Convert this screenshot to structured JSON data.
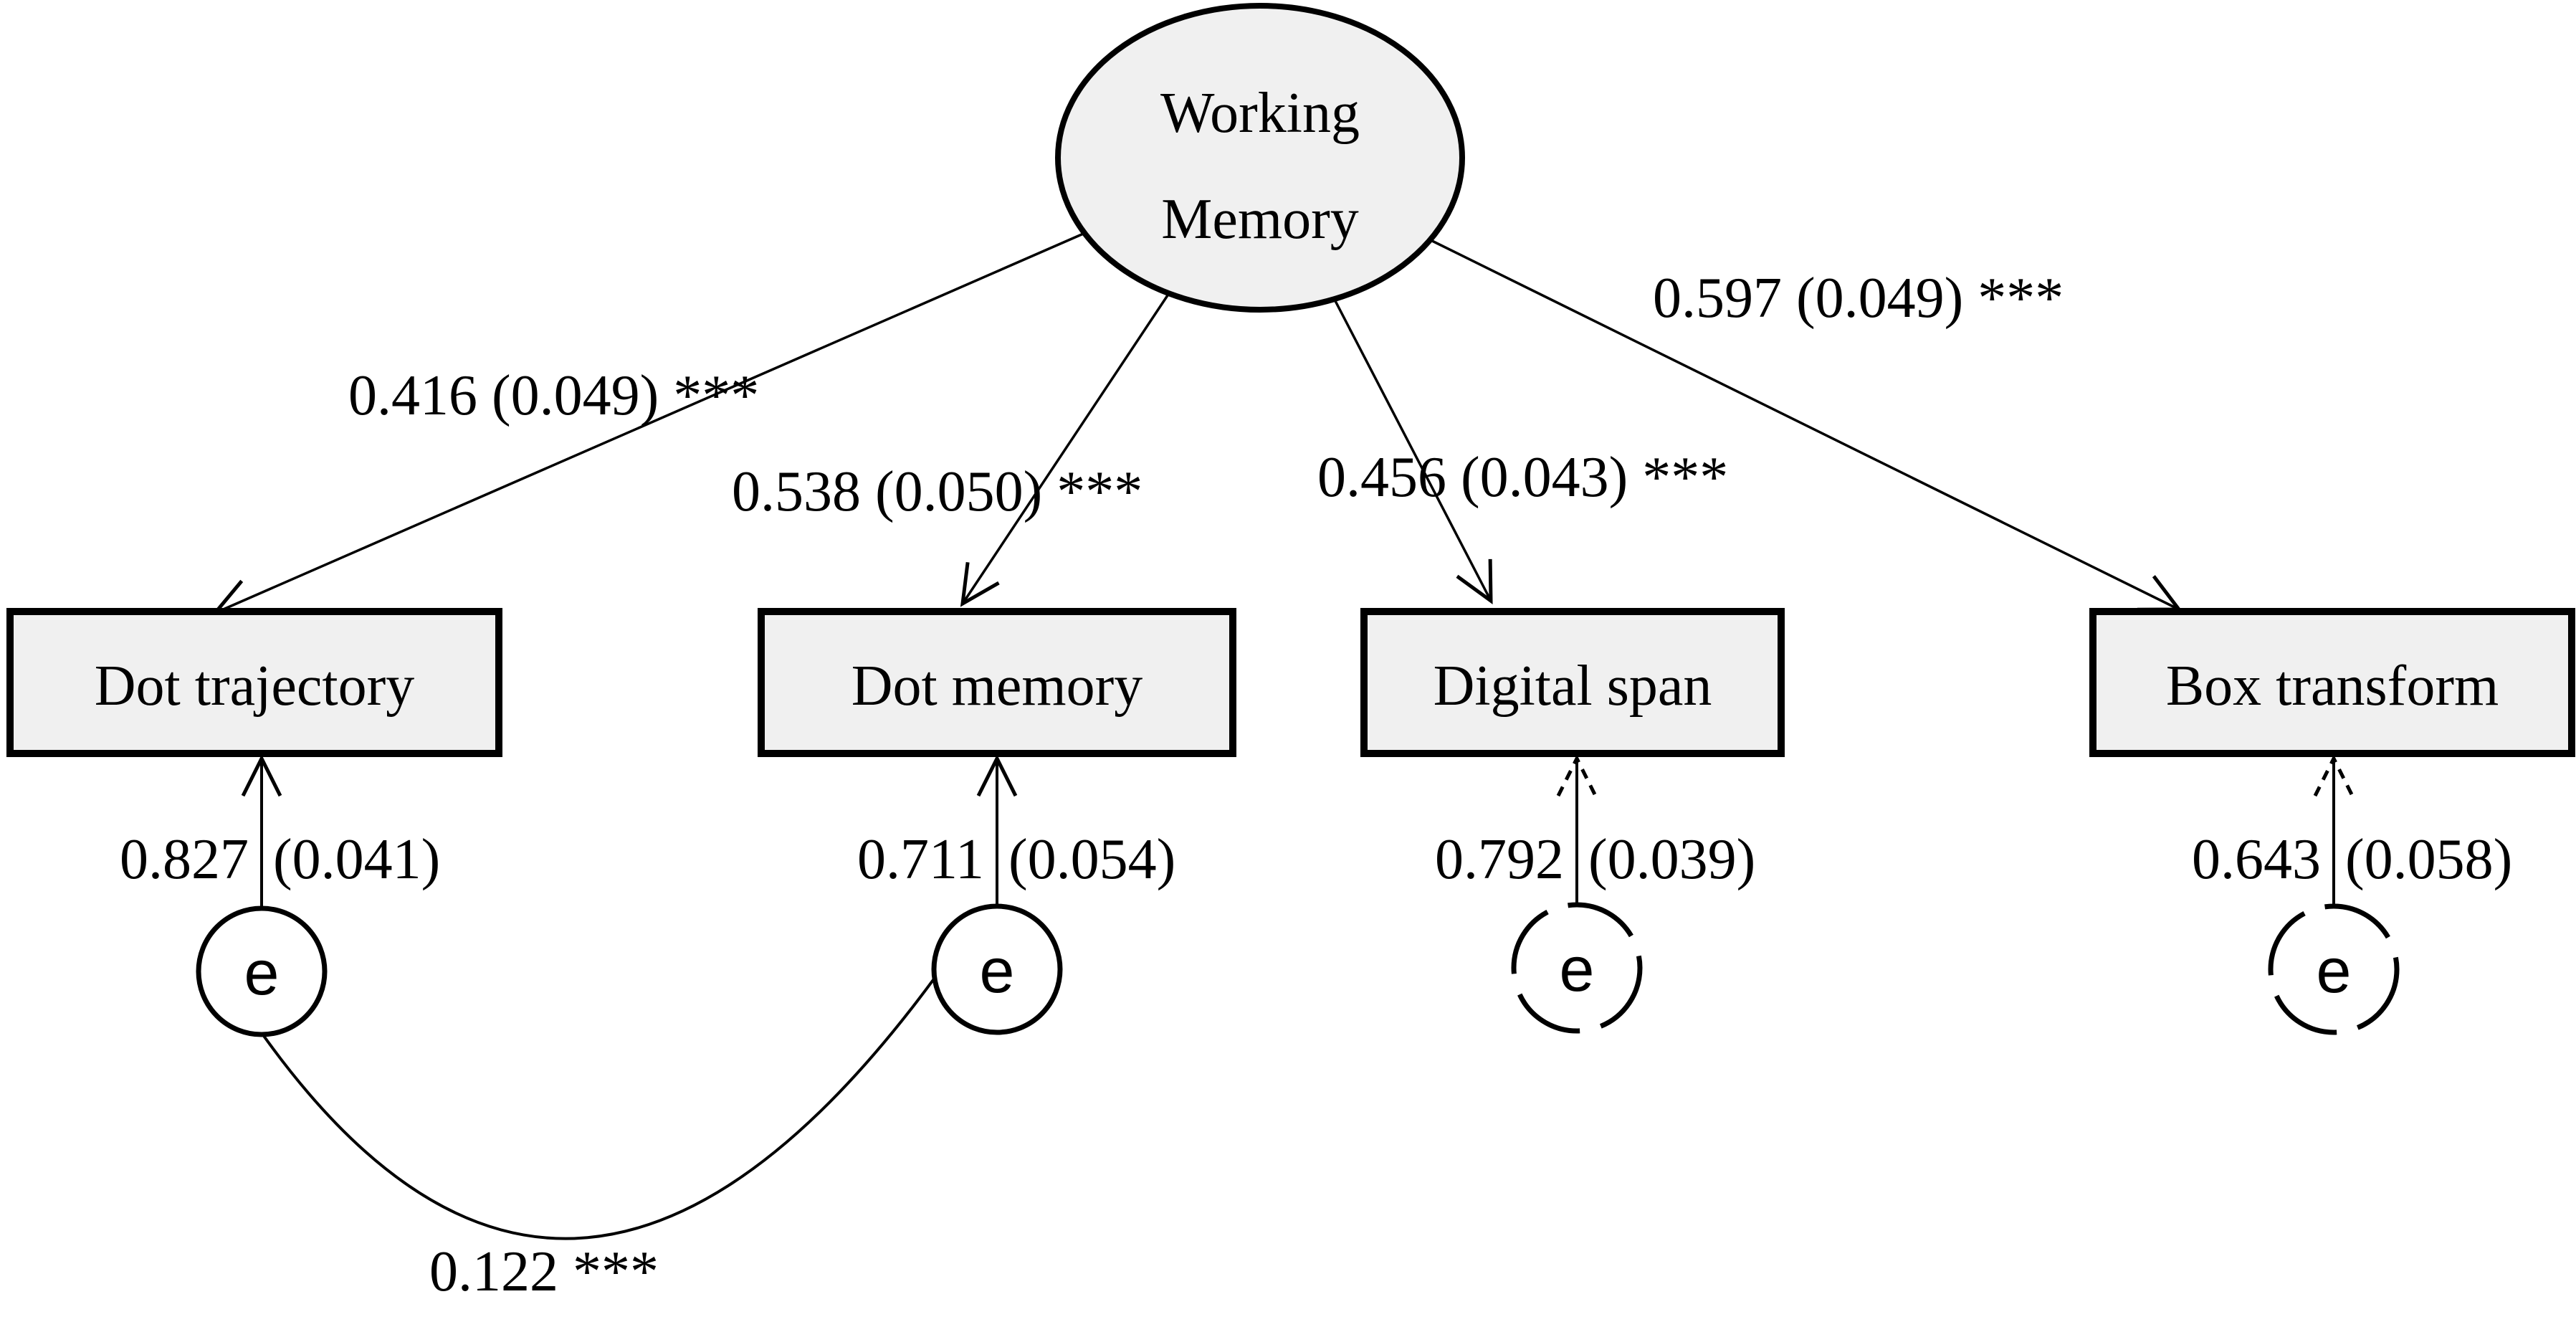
{
  "diagram": {
    "type": "sem-path-diagram",
    "latent": {
      "name_line1": "Working",
      "name_line2": "Memory"
    },
    "error_symbol": "e",
    "loadings": [
      {
        "label": "0.416 (0.049) ***"
      },
      {
        "label": "0.538 (0.050) ***"
      },
      {
        "label": "0.456 (0.043) ***"
      },
      {
        "label": "0.597 (0.049) ***"
      }
    ],
    "indicators": [
      {
        "label": "Dot trajectory",
        "error_value": "0.827",
        "error_se": "(0.041)"
      },
      {
        "label": "Dot memory",
        "error_value": "0.711",
        "error_se": "(0.054)"
      },
      {
        "label": "Digital span",
        "error_value": "0.792",
        "error_se": "(0.039)"
      },
      {
        "label": "Box transform",
        "error_value": "0.643",
        "error_se": "(0.058)"
      }
    ],
    "covariance": {
      "label": "0.122 ***"
    },
    "colors": {
      "node_fill": "#f0f0f0",
      "line": "#000000",
      "text": "#000000",
      "background": "#ffffff"
    }
  }
}
